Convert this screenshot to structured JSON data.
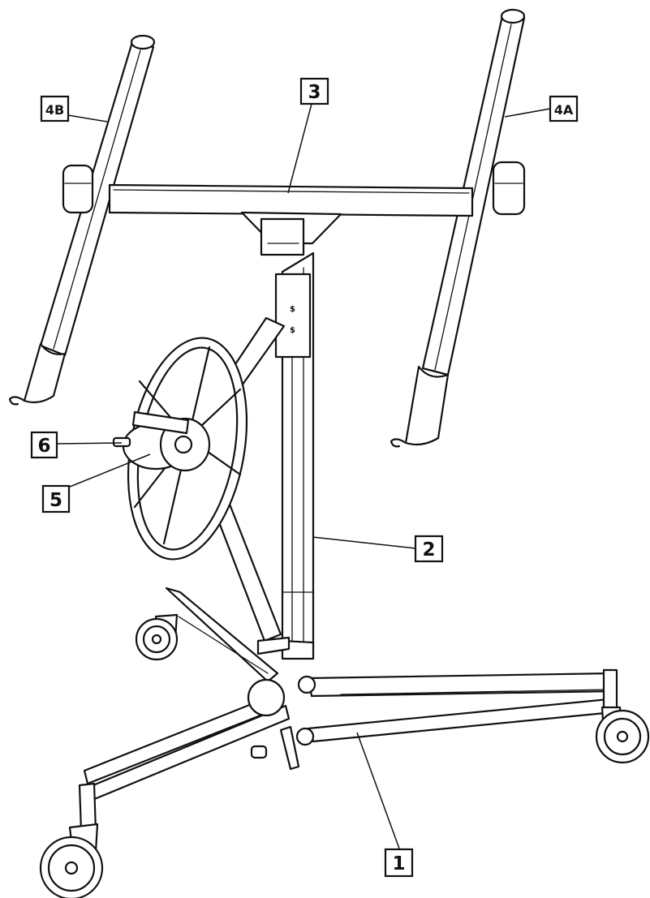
{
  "callouts": {
    "part_1": "1",
    "part_2": "2",
    "part_3": "3",
    "part_4a": "4A",
    "part_4b": "4B",
    "part_5": "5",
    "part_6": "6"
  }
}
